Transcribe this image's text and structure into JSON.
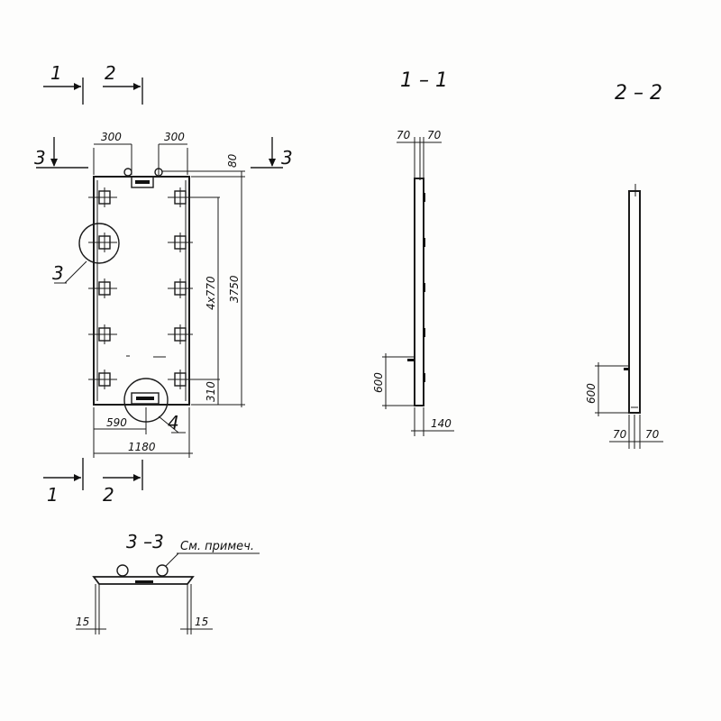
{
  "cuts": {
    "c1": "1",
    "c2": "2",
    "c3": "3"
  },
  "dims": {
    "d300_left": "300",
    "d300_right": "300",
    "d80": "80",
    "d4x770": "4x770",
    "d3750": "3750",
    "d310": "310",
    "d590": "590",
    "d1180": "1180",
    "d70a": "70",
    "d70b": "70",
    "d600_s1": "600",
    "d140": "140",
    "d600_s2": "600",
    "d70c": "70",
    "d70d": "70",
    "d15_left": "15",
    "d15_right": "15"
  },
  "callouts": {
    "node3": "3",
    "node4": "4"
  },
  "sections": {
    "s11": "1 – 1",
    "s22": "2 – 2",
    "s33": "3 –3"
  },
  "note": "См. примеч."
}
